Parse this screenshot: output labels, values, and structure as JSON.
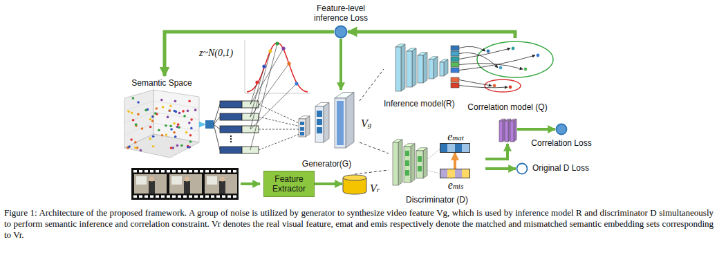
{
  "diagram": {
    "caption": "Figure 1: Architecture of the proposed framework. A group of noise is utilized by generator to synthesize video feature Vg, which is used by inference model R and discriminator D simultaneously to perform semantic inference and correlation constraint. Vr denotes the real visual feature, emat and emis respectively denote the matched and mismatched semantic embedding sets corresponding to Vr.",
    "nodes": [
      {
        "text": [
          "Feature-level inference Loss"
        ]
      },
      {
        "text": [
          "Semantic Space"
        ]
      },
      {
        "text": [
          "Generator(G)"
        ]
      },
      {
        "text": [
          "Inference model(R)"
        ]
      },
      {
        "text": [
          "Correlation model (Q)"
        ]
      },
      {
        "text": [
          "Correlation Loss"
        ]
      },
      {
        "text": [
          "Original D Loss"
        ]
      },
      {
        "text": [
          "Feature Extractor"
        ]
      },
      {
        "text": [
          "Vr"
        ]
      },
      {
        "text": [
          "Discriminator (D)"
        ]
      },
      {
        "text": [
          "emat"
        ],
        "in": 9
      },
      {
        "text": [
          "emis"
        ],
        "in": 9
      }
    ],
    "edges": [
      {
        "from": 3,
        "to": 0,
        "arrow": "to"
      },
      {
        "from": 0,
        "to": 1,
        "arrow": "to"
      },
      {
        "from": 0,
        "to": 2,
        "arrow": "to"
      },
      {
        "from": 2,
        "to": 3,
        "arrow": "none"
      },
      {
        "from": 2,
        "to": 9,
        "arrow": "none"
      },
      {
        "from": 7,
        "to": 8,
        "arrow": "to"
      },
      {
        "from": 8,
        "to": 9,
        "arrow": "none"
      },
      {
        "from": 11,
        "to": 10,
        "arrow": "to"
      },
      {
        "from": 9,
        "to": 4,
        "arrow": "to"
      },
      {
        "from": 4,
        "to": 5,
        "arrow": "to"
      },
      {
        "from": 9,
        "to": 6,
        "arrow": "to"
      }
    ],
    "labels": [
      "z~N(0,1)",
      "Vg"
    ]
  }
}
